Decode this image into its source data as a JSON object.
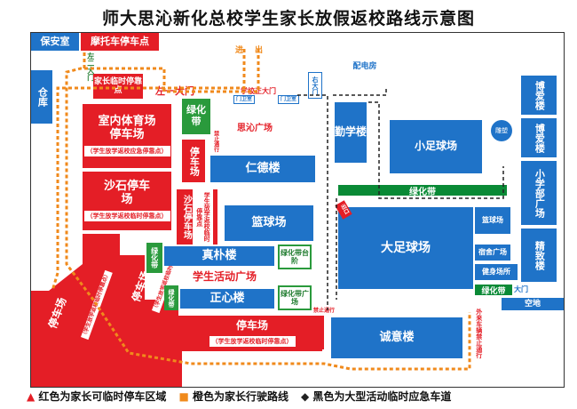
{
  "title": "师大思沁新化总校学生家长放假返校路线示意图",
  "labels": {
    "security": "保安室",
    "moto_parking": "摩托车停车点",
    "warehouse": "仓库",
    "left_gate_2": "左二大门",
    "parent_temp_parking": "家长临时停靠点",
    "left_gate_1": "左一大门",
    "entry": "进",
    "exit": "出",
    "distribution": "配电房",
    "school_main_gate": "学校正大门",
    "right_gate": "右大门",
    "gate_post_left": "门卫室",
    "gate_post_right": "门卫室",
    "indoor_gym": "室内体育场停车场",
    "indoor_gym_sub": "（学生放学返校应急停靠点）",
    "sand_parking": "沙石停车场",
    "sand_parking_sub": "（学生放学返校临时停靠点）",
    "green_belt_1": "绿化带",
    "sixin_square": "思沁广场",
    "parking_small": "停车场",
    "stop_sign_1": "禁止通行",
    "rende": "仁德楼",
    "sand_parking_2": "沙石停车场",
    "sand_parking_2_sub": "学生放学返校临时停靠点",
    "basketball": "篮球场",
    "qinxue": "勤学楼",
    "small_football": "小足球场",
    "sculpture": "雕塑",
    "boai_1": "博爱楼",
    "boai_2": "博爱楼",
    "primary_square": "小学部广场",
    "jingzhi": "精致楼",
    "green_belt_bar": "绿化带",
    "big_football": "大足球场",
    "basketball_2": "篮球场",
    "dorm_square": "宿舍广场",
    "fitness": "健身场所",
    "green_belt_bar_2": "绿化带",
    "gate_big": "大门",
    "open_space": "空地",
    "green_belt_2": "绿化带",
    "zhenpu": "真朴楼",
    "green_belt_platform": "绿化带台阶",
    "student_square": "学生活动广场",
    "green_belt_3": "绿化带",
    "zhengxin": "正心楼",
    "green_belt_square": "绿化带广场",
    "big_parking": "停车场",
    "big_parking_sub": "（学生放学返校临时停靠点）",
    "big_parking_left": "停车场",
    "big_parking_left_sub": "（学生放学返校临时停靠点）",
    "parking_mid": "停车场",
    "parking_mid_sub": "（学生放学返校临时停靠点）",
    "stop_sign_2": "禁止通行",
    "chengyi": "诚意楼",
    "outside_ban": "外来车辆禁止通行",
    "exit_right": "出口"
  },
  "legend": {
    "red": "红色为家长可临时停车区域",
    "orange": "橙色为家长行驶路线",
    "black": "黑色为大型活动临时应急车道"
  },
  "colors": {
    "building_blue": "#1f73c8",
    "parking_red": "#e41e26",
    "green": "#2a9a3c",
    "parent_route_orange": "#f08a1c",
    "emergency_route_black": "#222222"
  }
}
